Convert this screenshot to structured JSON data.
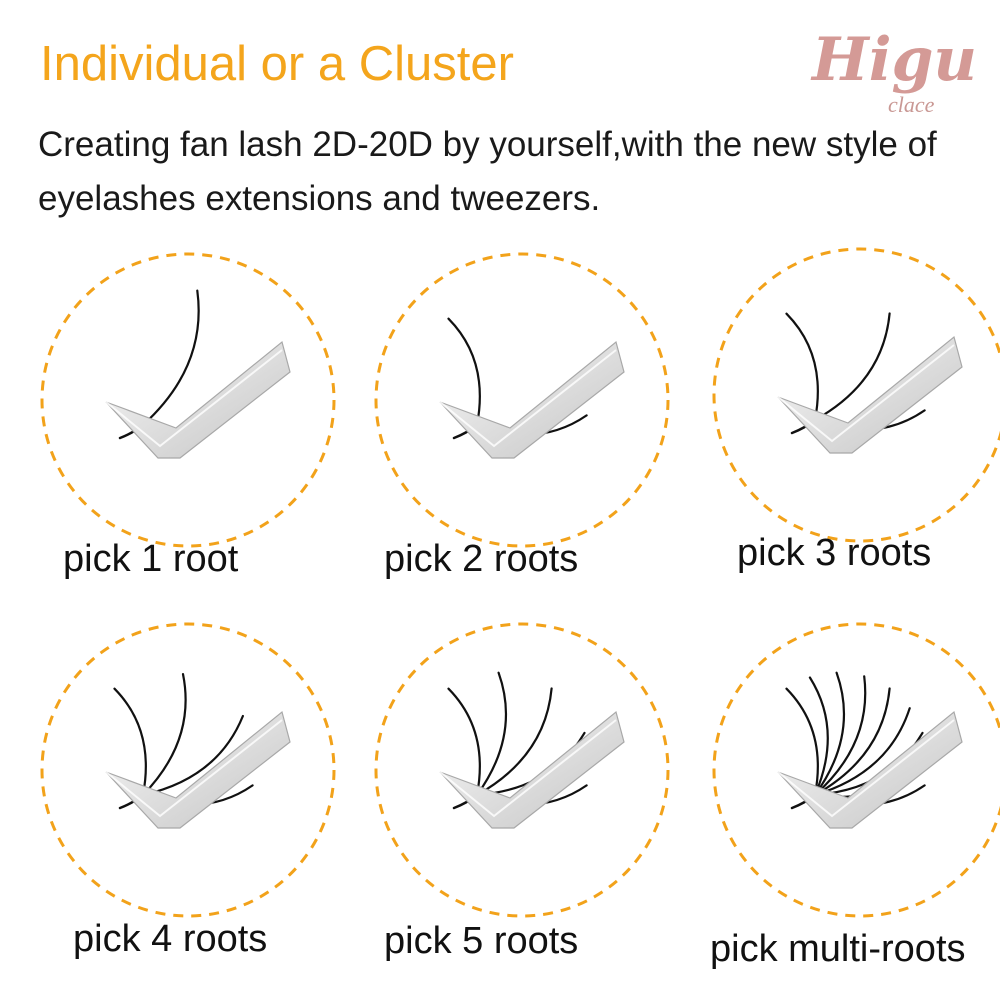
{
  "header": {
    "title": "Individual or a Cluster",
    "subtitle": "Creating fan lash 2D-20D by yourself,with the new style of eyelashes extensions and tweezers."
  },
  "logo": {
    "main": "Higu",
    "sub": "clace"
  },
  "colors": {
    "accent": "#f4a51c",
    "circle_dash": "#f2a21a",
    "text": "#111111",
    "logo": "#d49a96",
    "tweezer": "#e6e6e6",
    "lash": "#111111"
  },
  "items": [
    {
      "label": "pick 1 root",
      "lash_count": 1
    },
    {
      "label": "pick 2 roots",
      "lash_count": 2
    },
    {
      "label": "pick 3 roots",
      "lash_count": 3
    },
    {
      "label": "pick 4 roots",
      "lash_count": 4
    },
    {
      "label": "pick 5 roots",
      "lash_count": 5
    },
    {
      "label": "pick multi-roots",
      "lash_count": 9
    }
  ]
}
